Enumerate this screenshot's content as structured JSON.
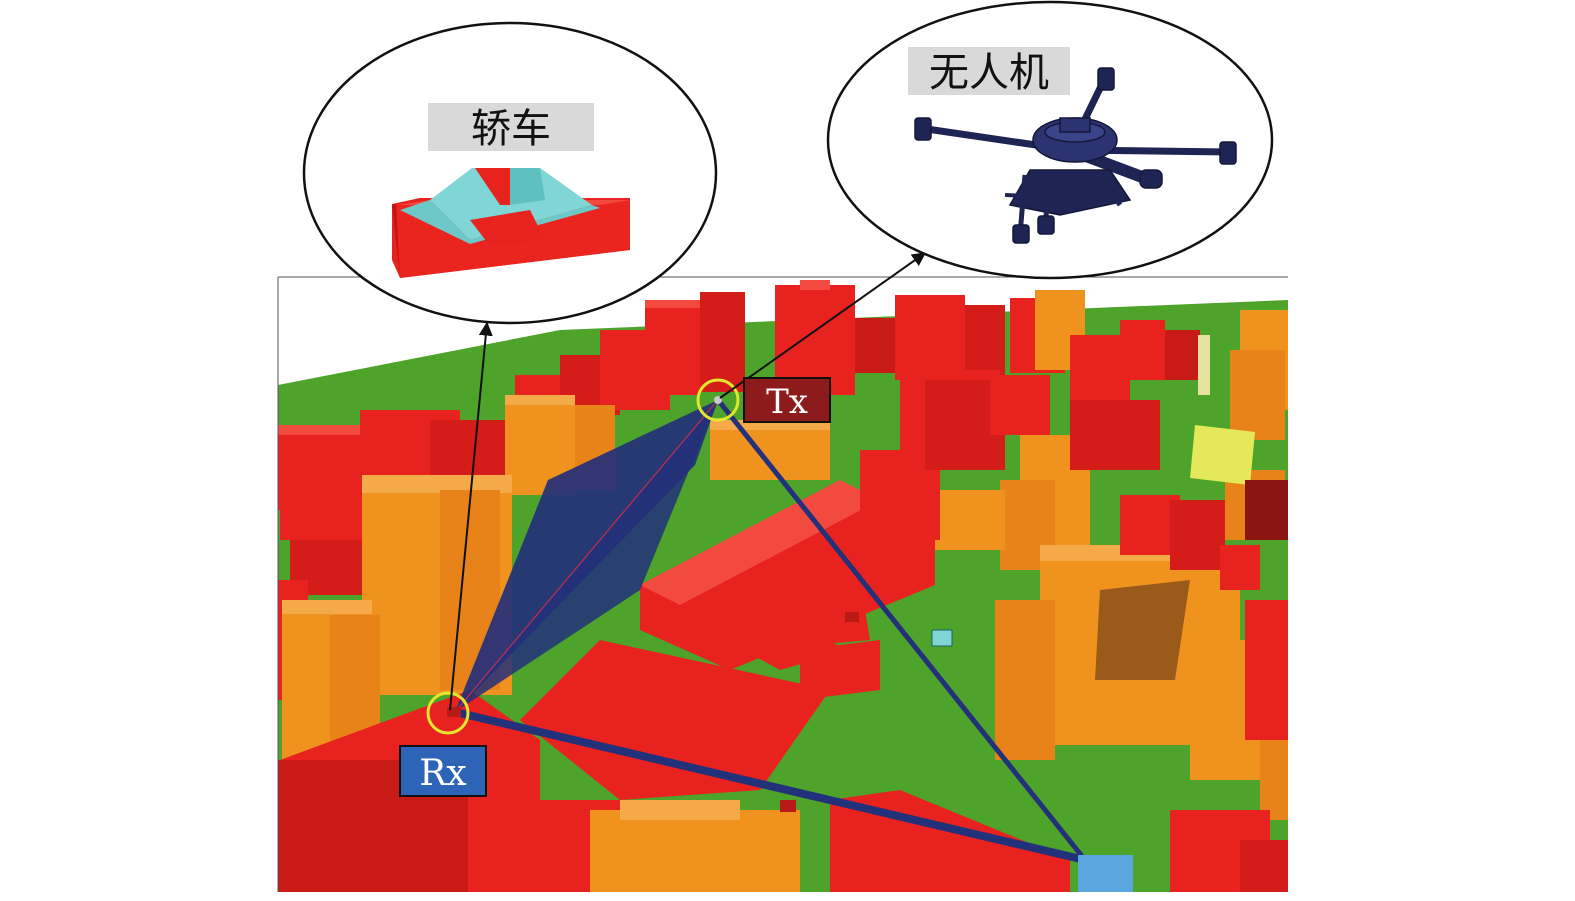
{
  "callouts": {
    "car": {
      "label": "轿车"
    },
    "drone": {
      "label": "无人机"
    }
  },
  "nodes": {
    "tx": {
      "label": "Tx"
    },
    "rx": {
      "label": "Rx"
    }
  },
  "colors": {
    "ground": "#4ea32a",
    "building_red": "#e8231f",
    "building_orange": "#f0921e",
    "building_yellow": "#e4e95a",
    "ray": "#23307a",
    "marker": "#e2e62e",
    "tx_tag": "#8d1b1c",
    "rx_tag": "#2e64b8",
    "tag_bg": "#d9d9d9",
    "car_glass": "#7fd6d4",
    "drone_body": "#1e2454"
  }
}
